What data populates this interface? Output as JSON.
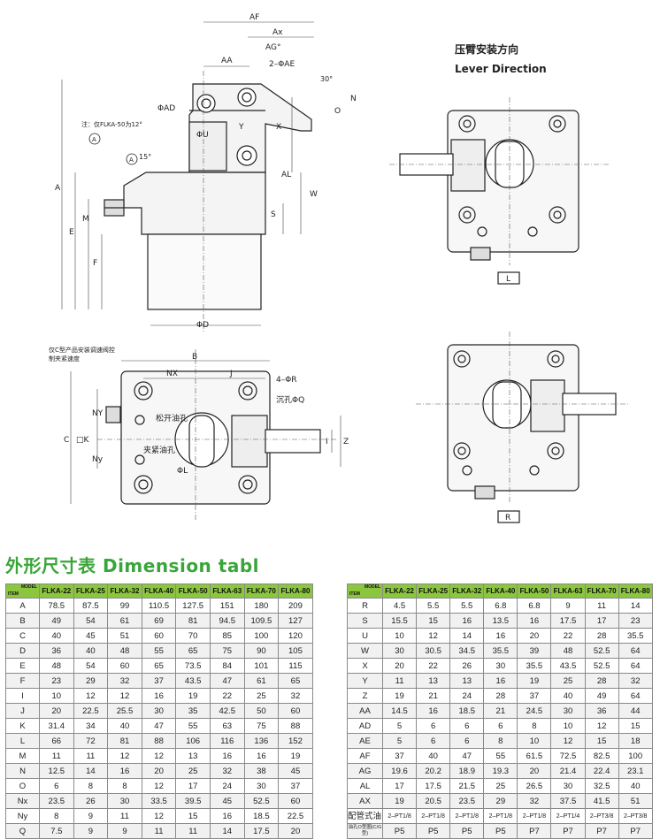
{
  "drawing": {
    "lever_title_cn": "压臂安装方向",
    "lever_title_en": "Lever Direction",
    "note_flka50": "注：仅FLKA-50为12°",
    "note_c_type": [
      "仅C型产品安装调速阀控",
      "制夹紧速度"
    ],
    "release_port": "松开油孔",
    "clamp_port": "夹紧油孔",
    "counterbore": "沉孔ΦQ",
    "holes": "4–ΦR",
    "circle_a": "A",
    "angle_15": "15°",
    "angle_30": "30°",
    "dims": {
      "AF": "AF",
      "Ax": "Ax",
      "AG": "AG°",
      "AA": "AA",
      "AE": "2–ΦAE",
      "AD": "ΦAD",
      "U": "ΦU",
      "Y": "Y",
      "X": "X",
      "N": "N",
      "O": "O",
      "AL": "AL",
      "W": "W",
      "S": "S",
      "A": "A",
      "E": "E",
      "M": "M",
      "F": "F",
      "D": "ΦD",
      "B": "B",
      "NX": "NX",
      "J": "J",
      "C": "C",
      "K": "□K",
      "NY": "NY",
      "Ny": "Ny",
      "L": "ΦL",
      "I": "I",
      "Z": "Z",
      "Lbox": "L",
      "Rbox": "R"
    }
  },
  "section_title": "外形尺寸表 Dimension tabl",
  "table_header": {
    "model": "MODEL",
    "item": "ITEM"
  },
  "models": [
    "FLKA-22",
    "FLKA-25",
    "FLKA-32",
    "FLKA-40",
    "FLKA-50",
    "FLKA-63",
    "FLKA-70",
    "FLKA-80"
  ],
  "table_left": [
    {
      "item": "A",
      "values": [
        "78.5",
        "87.5",
        "99",
        "110.5",
        "127.5",
        "151",
        "180",
        "209"
      ]
    },
    {
      "item": "B",
      "values": [
        "49",
        "54",
        "61",
        "69",
        "81",
        "94.5",
        "109.5",
        "127"
      ]
    },
    {
      "item": "C",
      "values": [
        "40",
        "45",
        "51",
        "60",
        "70",
        "85",
        "100",
        "120"
      ]
    },
    {
      "item": "D",
      "values": [
        "36",
        "40",
        "48",
        "55",
        "65",
        "75",
        "90",
        "105"
      ]
    },
    {
      "item": "E",
      "values": [
        "48",
        "54",
        "60",
        "65",
        "73.5",
        "84",
        "101",
        "115"
      ]
    },
    {
      "item": "F",
      "values": [
        "23",
        "29",
        "32",
        "37",
        "43.5",
        "47",
        "61",
        "65"
      ]
    },
    {
      "item": "I",
      "values": [
        "10",
        "12",
        "12",
        "16",
        "19",
        "22",
        "25",
        "32"
      ]
    },
    {
      "item": "J",
      "values": [
        "20",
        "22.5",
        "25.5",
        "30",
        "35",
        "42.5",
        "50",
        "60"
      ]
    },
    {
      "item": "K",
      "values": [
        "31.4",
        "34",
        "40",
        "47",
        "55",
        "63",
        "75",
        "88"
      ]
    },
    {
      "item": "L",
      "values": [
        "66",
        "72",
        "81",
        "88",
        "106",
        "116",
        "136",
        "152"
      ]
    },
    {
      "item": "M",
      "values": [
        "11",
        "11",
        "12",
        "12",
        "13",
        "16",
        "16",
        "19"
      ]
    },
    {
      "item": "N",
      "values": [
        "12.5",
        "14",
        "16",
        "20",
        "25",
        "32",
        "38",
        "45"
      ]
    },
    {
      "item": "O",
      "values": [
        "6",
        "8",
        "8",
        "12",
        "17",
        "24",
        "30",
        "37"
      ]
    },
    {
      "item": "Nx",
      "values": [
        "23.5",
        "26",
        "30",
        "33.5",
        "39.5",
        "45",
        "52.5",
        "60"
      ]
    },
    {
      "item": "Ny",
      "values": [
        "8",
        "9",
        "11",
        "12",
        "15",
        "16",
        "18.5",
        "22.5"
      ]
    },
    {
      "item": "Q",
      "values": [
        "7.5",
        "9",
        "9",
        "11",
        "11",
        "14",
        "17.5",
        "20"
      ]
    }
  ],
  "table_right": [
    {
      "item": "R",
      "values": [
        "4.5",
        "5.5",
        "5.5",
        "6.8",
        "6.8",
        "9",
        "11",
        "14"
      ]
    },
    {
      "item": "S",
      "values": [
        "15.5",
        "15",
        "16",
        "13.5",
        "16",
        "17.5",
        "17",
        "23"
      ]
    },
    {
      "item": "U",
      "values": [
        "10",
        "12",
        "14",
        "16",
        "20",
        "22",
        "28",
        "35.5"
      ]
    },
    {
      "item": "W",
      "values": [
        "30",
        "30.5",
        "34.5",
        "35.5",
        "39",
        "48",
        "52.5",
        "64"
      ]
    },
    {
      "item": "X",
      "values": [
        "20",
        "22",
        "26",
        "30",
        "35.5",
        "43.5",
        "52.5",
        "64"
      ]
    },
    {
      "item": "Y",
      "values": [
        "11",
        "13",
        "13",
        "16",
        "19",
        "25",
        "28",
        "32"
      ]
    },
    {
      "item": "Z",
      "values": [
        "19",
        "21",
        "24",
        "28",
        "37",
        "40",
        "49",
        "64"
      ]
    },
    {
      "item": "AA",
      "values": [
        "14.5",
        "16",
        "18.5",
        "21",
        "24.5",
        "30",
        "36",
        "44"
      ]
    },
    {
      "item": "AD",
      "values": [
        "5",
        "6",
        "6",
        "6",
        "8",
        "10",
        "12",
        "15"
      ]
    },
    {
      "item": "AE",
      "values": [
        "5",
        "6",
        "6",
        "8",
        "10",
        "12",
        "15",
        "18"
      ]
    },
    {
      "item": "AF",
      "values": [
        "37",
        "40",
        "47",
        "55",
        "61.5",
        "72.5",
        "82.5",
        "100"
      ]
    },
    {
      "item": "AG",
      "values": [
        "19.6",
        "20.2",
        "18.9",
        "19.3",
        "20",
        "21.4",
        "22.4",
        "23.1"
      ]
    },
    {
      "item": "AL",
      "values": [
        "17",
        "17.5",
        "21.5",
        "25",
        "26.5",
        "30",
        "32.5",
        "40"
      ]
    },
    {
      "item": "AX",
      "values": [
        "19",
        "20.5",
        "23.5",
        "29",
        "32",
        "37.5",
        "41.5",
        "51"
      ]
    },
    {
      "item": "配管式油口",
      "values": [
        "2–PT1/8",
        "2–PT1/8",
        "2–PT1/8",
        "2–PT1/8",
        "2–PT1/8",
        "2–PT1/4",
        "2–PT3/8",
        "2–PT3/8"
      ]
    },
    {
      "item": "油孔O型圈(C/G型)",
      "values": [
        "P5",
        "P5",
        "P5",
        "P5",
        "P7",
        "P7",
        "P7",
        "P7"
      ]
    }
  ]
}
